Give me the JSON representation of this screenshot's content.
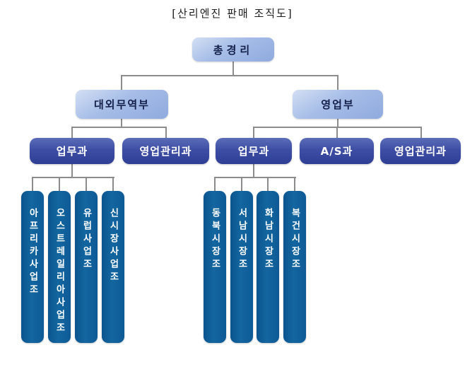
{
  "title": "[산리엔진 판매 조직도]",
  "colors": {
    "light_box": "#9db8e4",
    "mid_box": "#3a4a9e",
    "dark_box": "#0f5f9e",
    "connector": "#8c8c8c",
    "text_dark": "#14204a",
    "text_light": "#ffffff"
  },
  "org": {
    "root": {
      "label": "총경리"
    },
    "level2": [
      {
        "label": "대외무역부"
      },
      {
        "label": "영업부"
      }
    ],
    "level3_left": [
      {
        "label": "업무과"
      },
      {
        "label": "영업관리과"
      }
    ],
    "level3_right": [
      {
        "label": "업무과"
      },
      {
        "label": "A/S과"
      },
      {
        "label": "영업관리과"
      }
    ],
    "teams_left": [
      "아프리카사업조",
      "오스트레일리아사업조",
      "유럽사업조",
      "신시장사업조"
    ],
    "teams_right": [
      "동북시장조",
      "서남시장조",
      "화남시장조",
      "복건시장조"
    ]
  }
}
